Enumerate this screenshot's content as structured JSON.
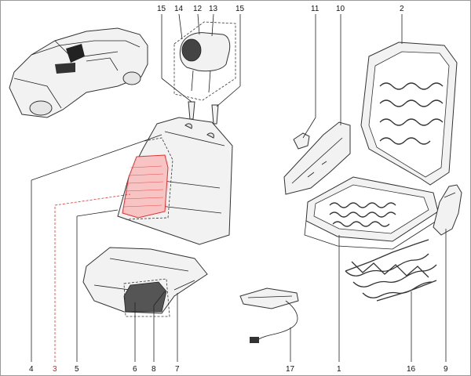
{
  "diagram": {
    "callouts": [
      {
        "id": "c15a",
        "text": "15"
      },
      {
        "id": "c14",
        "text": "14"
      },
      {
        "id": "c12",
        "text": "12"
      },
      {
        "id": "c13",
        "text": "13"
      },
      {
        "id": "c15b",
        "text": "15"
      },
      {
        "id": "c11",
        "text": "11"
      },
      {
        "id": "c10",
        "text": "10"
      },
      {
        "id": "c2",
        "text": "2"
      },
      {
        "id": "c4",
        "text": "4"
      },
      {
        "id": "c3",
        "text": "3",
        "highlight": "#d22222"
      },
      {
        "id": "c5",
        "text": "5"
      },
      {
        "id": "c6",
        "text": "6"
      },
      {
        "id": "c8",
        "text": "8"
      },
      {
        "id": "c7",
        "text": "7"
      },
      {
        "id": "c17",
        "text": "17"
      },
      {
        "id": "c1",
        "text": "1"
      },
      {
        "id": "c16",
        "text": "16"
      },
      {
        "id": "c9",
        "text": "9"
      }
    ],
    "highlight_color": "#e03030"
  }
}
